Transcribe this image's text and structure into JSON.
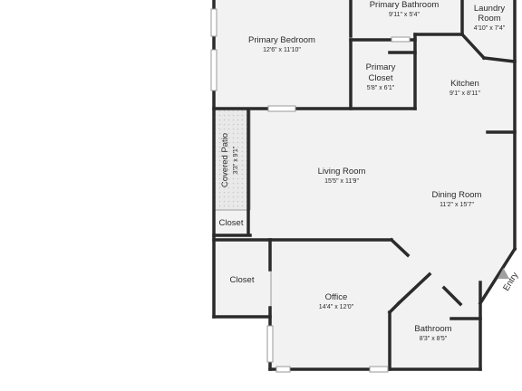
{
  "rooms": {
    "primary_bathroom": {
      "name": "Primary Bathroom",
      "dims": "9'11\" x 5'4\""
    },
    "laundry_line1": "Laundry",
    "laundry_line2": "Room",
    "laundry_dims": "4'10\" x 7'4\"",
    "primary_bedroom": {
      "name": "Primary Bedroom",
      "dims": "12'6\" x 11'10\""
    },
    "primary_closet_line1": "Primary",
    "primary_closet_line2": "Closet",
    "primary_closet_dims": "5'8\" x 6'1\"",
    "kitchen": {
      "name": "Kitchen",
      "dims": "9'1\" x 8'11\""
    },
    "covered_patio": {
      "name": "Covered Patio",
      "dims": "3'3\" x 9'1\""
    },
    "living_room": {
      "name": "Living Room",
      "dims": "15'5\" x 11'9\""
    },
    "dining_room": {
      "name": "Dining Room",
      "dims": "11'2\" x 15'7\""
    },
    "closet_small": {
      "name": "Closet"
    },
    "closet_large": {
      "name": "Closet"
    },
    "office": {
      "name": "Office",
      "dims": "14'4\" x 12'0\""
    },
    "bathroom": {
      "name": "Bathroom",
      "dims": "8'3\" x 8'5\""
    }
  },
  "entry_label": "Entry",
  "colors": {
    "floor": "#f2f2f2",
    "wall": "#2b2b2b",
    "patio": "#e6e6e6",
    "entry_arrow": "#a0a0a0"
  }
}
